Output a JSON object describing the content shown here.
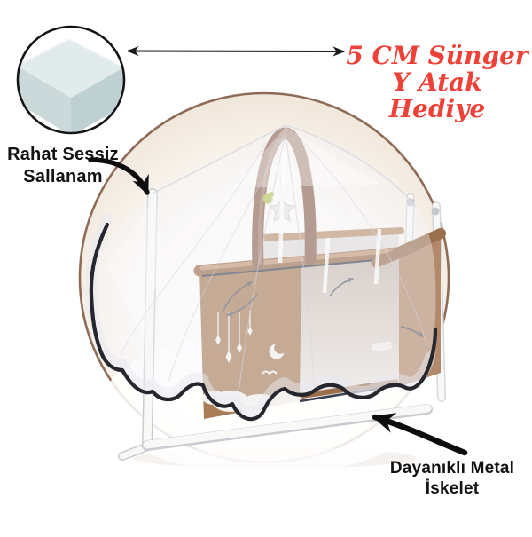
{
  "colors": {
    "accent-red": "#ee4138",
    "circle-brown": "#8e6b57",
    "crib-brown": "#a87c58",
    "rail-brown": "#9a6f4e",
    "navy-trim": "#3a4152",
    "net-trim": "#26262e",
    "metal-white": "#f8f8f6",
    "foam-top": "#e2ebeb",
    "foam-side-left": "#ccd9da",
    "foam-side-right": "#bfd0d2",
    "label-black": "#121212",
    "toy-green": "#b5c94f"
  },
  "annotations": {
    "gift": {
      "lines": [
        "5 CM Sünger",
        "Y Atak",
        "Hediye"
      ]
    },
    "rocking": {
      "lines": [
        "Rahat Sessiz",
        "Sallanam"
      ]
    },
    "frame": {
      "lines": [
        "Dayanıklı Metal",
        "İskelet"
      ]
    }
  }
}
